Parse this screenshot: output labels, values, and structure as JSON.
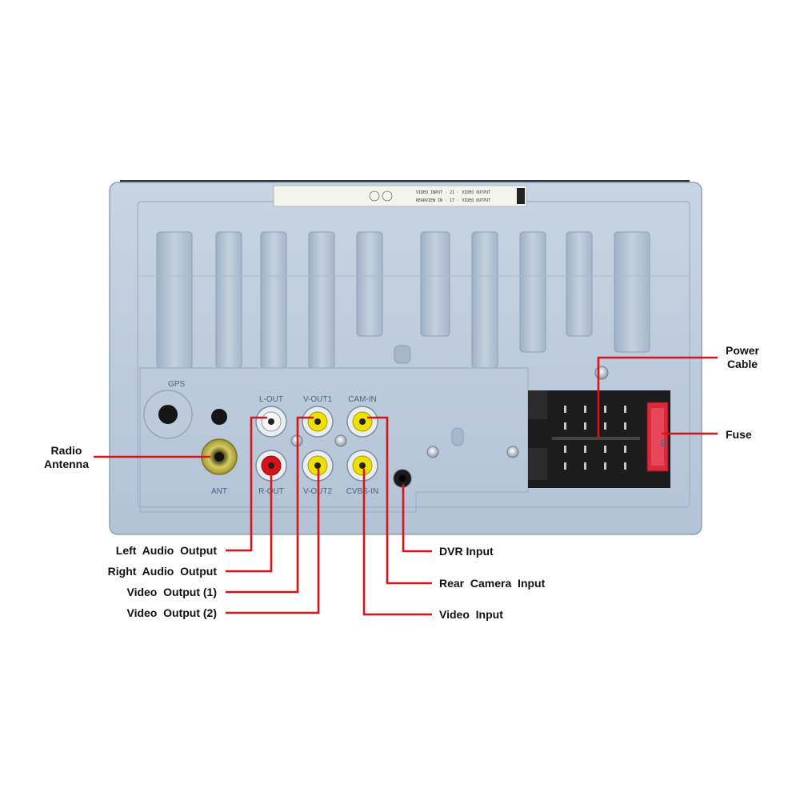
{
  "colors": {
    "housing": "#b7c6d8",
    "housing_dark": "#8b9db3",
    "leader": "#d81418",
    "rca_yellow": "#f0e000",
    "rca_red": "#d8121a",
    "connector": "#1c1c1c",
    "fuse": "#d82a3a"
  },
  "housing": {
    "gps_label": "GPS",
    "ant_label": "ANT",
    "port_labels": {
      "l_out": "L-OUT",
      "v_out1": "V-OUT1",
      "cam_in": "CAM-IN",
      "r_out": "R-OUT",
      "v_out2": "V-OUT2",
      "cvbs_in": "CVBS-IN"
    },
    "fuse_rating": "10"
  },
  "callouts": {
    "radio_antenna": {
      "line1": "Radio",
      "line2": "Antenna",
      "icon": "radio-antenna-port"
    },
    "left_audio_output": {
      "text": "Left  Audio  Output",
      "icon": "rca-white-jack"
    },
    "right_audio_output": {
      "text": "Right  Audio  Output",
      "icon": "rca-red-jack"
    },
    "video_output_1": {
      "text": "Video  Output (1)",
      "icon": "rca-yellow-jack"
    },
    "video_output_2": {
      "text": "Video  Output (2)",
      "icon": "rca-yellow-jack"
    },
    "power_cable": {
      "line1": "Power",
      "line2": "Cable",
      "icon": "iso-power-connector"
    },
    "fuse": {
      "text": "Fuse",
      "icon": "blade-fuse"
    },
    "dvr_input": {
      "text": "DVR Input",
      "icon": "dvr-jack"
    },
    "rear_camera_input": {
      "text": "Rear  Camera  Input",
      "icon": "rca-yellow-jack"
    },
    "video_input": {
      "text": "Video  Input",
      "icon": "rca-yellow-jack"
    }
  }
}
